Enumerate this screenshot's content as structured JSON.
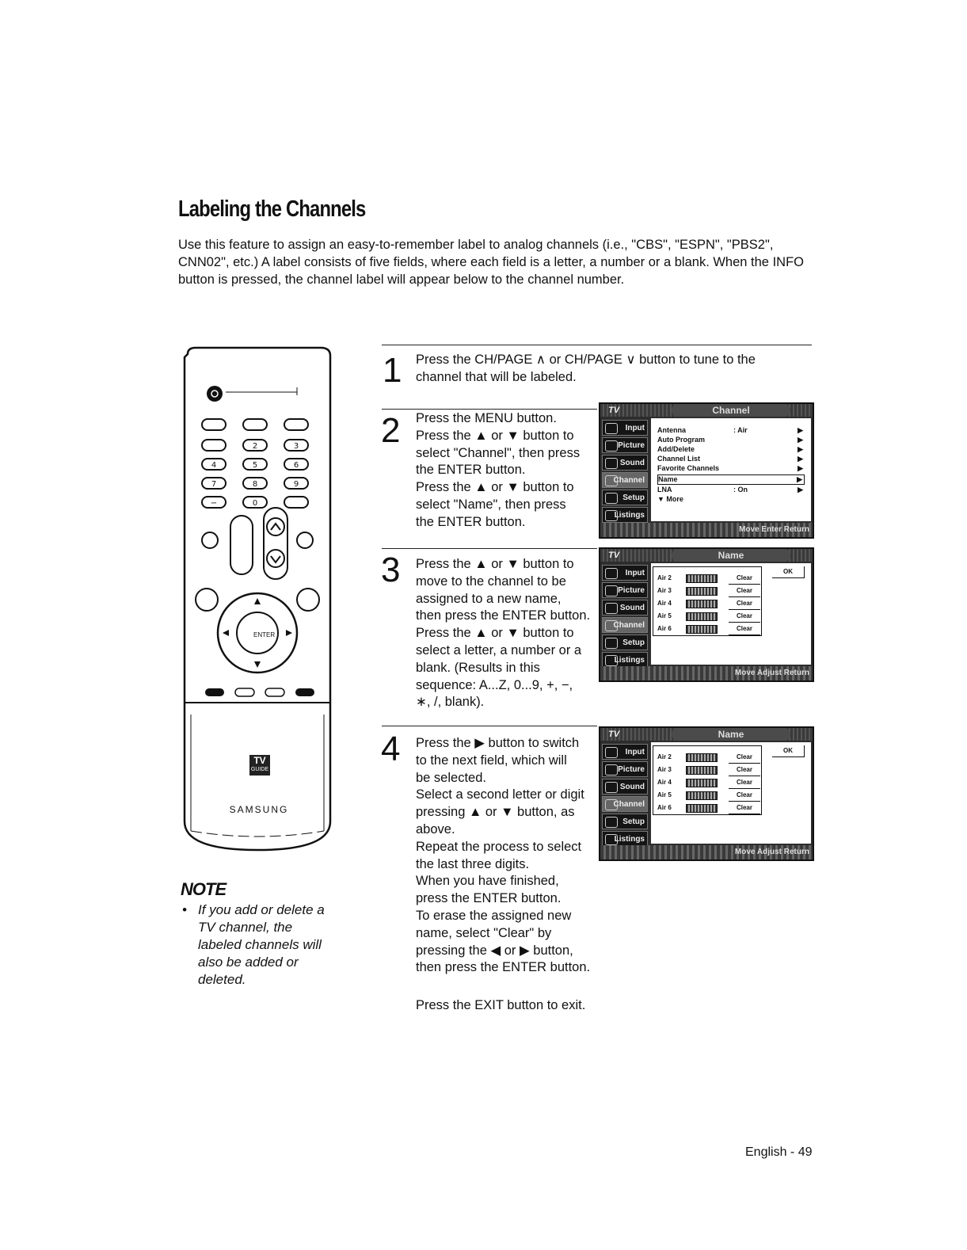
{
  "page": {
    "title": "Labeling the Channels",
    "intro": "Use this feature to assign an easy-to-remember label to analog channels (i.e., \"CBS\", \"ESPN\", \"PBS2\", CNN02\", etc.) A label consists of five fields, where each field is a letter, a number or a blank. When the INFO button is pressed, the channel label will appear below to the channel number.",
    "footer": "English - 49"
  },
  "steps": [
    {
      "num": "1",
      "lines": [
        "Press the CH/PAGE ∧ or CH/PAGE ∨ button to tune to the",
        "channel that will be labeled."
      ]
    },
    {
      "num": "2",
      "lines": [
        "Press the MENU button.",
        "Press the ▲ or ▼ button to",
        "select \"Channel\", then press",
        "the ENTER button.",
        "Press the ▲ or ▼ button to",
        "select \"Name\", then press",
        "the ENTER button."
      ]
    },
    {
      "num": "3",
      "lines": [
        "Press the ▲ or ▼ button to",
        "move to the channel to be",
        "assigned to a new name,",
        "then press the ENTER button.",
        "Press the ▲ or ▼ button to",
        "select a letter, a number or a",
        "blank. (Results in this",
        "sequence: A...Z, 0...9, +, −,",
        "∗, /, blank)."
      ]
    },
    {
      "num": "4",
      "lines": [
        "Press the ▶ button to switch",
        "to the next field, which will",
        "be selected.",
        "Select a second letter or digit",
        "pressing ▲ or ▼ button, as",
        "above.",
        "Repeat the process to select",
        "the last three digits.",
        "When you have finished,",
        "press the ENTER button.",
        "To erase the assigned new",
        "name, select \"Clear\" by",
        "pressing the ◀ or ▶ button,",
        "then press the ENTER button."
      ]
    }
  ],
  "exit_text": "Press the EXIT button to exit.",
  "note": {
    "title": "NOTE",
    "lines": [
      "If you add or delete a",
      "TV channel, the",
      "labeled channels will",
      "also be added or",
      "deleted."
    ]
  },
  "remote": {
    "brand": "SAMSUNG",
    "logo_top": "TV",
    "logo_bottom": "GUIDE",
    "enter_label": "ENTER"
  },
  "osd_common": {
    "tv_label": "TV",
    "sidebar": [
      "Input",
      "Picture",
      "Sound",
      "Channel",
      "Setup",
      "Listings"
    ]
  },
  "osd_channel": {
    "title": "Channel",
    "rows": [
      {
        "label": "Antenna",
        "value": ": Air",
        "arrow": "▶"
      },
      {
        "label": "Auto Program",
        "value": "",
        "arrow": "▶"
      },
      {
        "label": "Add/Delete",
        "value": "",
        "arrow": "▶"
      },
      {
        "label": "Channel List",
        "value": "",
        "arrow": "▶"
      },
      {
        "label": "Favorite Channels",
        "value": "",
        "arrow": "▶"
      },
      {
        "label": "Name",
        "value": "",
        "arrow": "▶"
      },
      {
        "label": "LNA",
        "value": ": On",
        "arrow": "▶"
      },
      {
        "label": "▼ More",
        "value": "",
        "arrow": ""
      }
    ],
    "help": "Move  Enter  Return"
  },
  "osd_name": {
    "title": "Name",
    "rows": [
      {
        "band": "Air",
        "ch": "2",
        "clear": "Clear"
      },
      {
        "band": "Air",
        "ch": "3",
        "clear": "Clear"
      },
      {
        "band": "Air",
        "ch": "4",
        "clear": "Clear"
      },
      {
        "band": "Air",
        "ch": "5",
        "clear": "Clear"
      },
      {
        "band": "Air",
        "ch": "6",
        "clear": "Clear"
      }
    ],
    "ok": "OK",
    "help": "Move  Adjust  Return"
  }
}
